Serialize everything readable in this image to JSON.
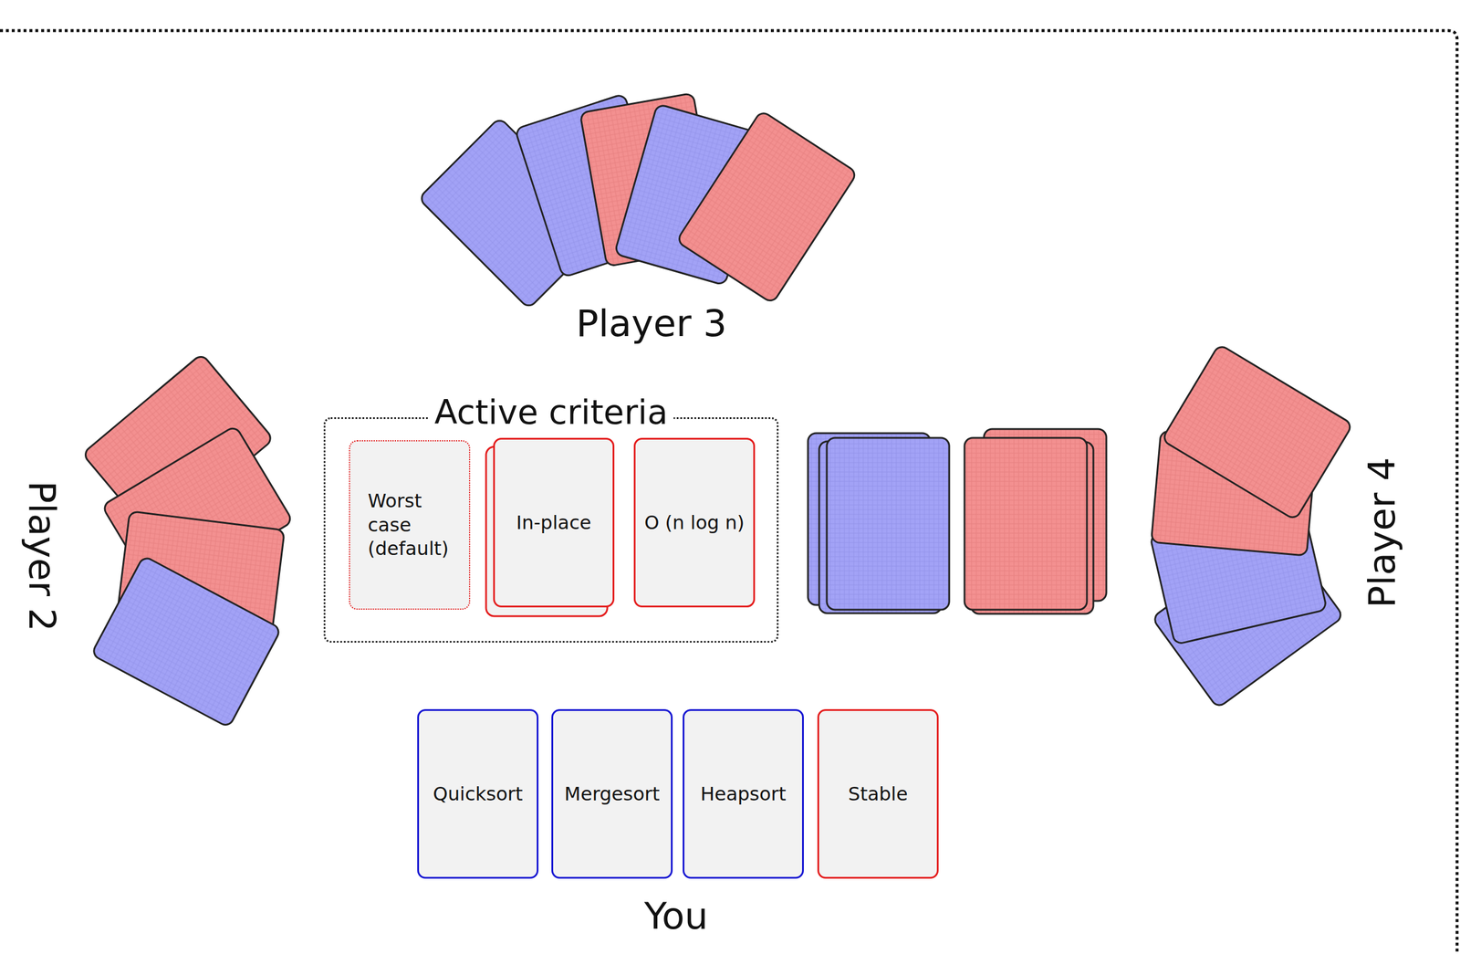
{
  "diagram": {
    "nodes": [
      {
        "text": [
          "Active criteria"
        ]
      },
      {
        "text": [
          "Worst case (default)"
        ],
        "in": 0
      },
      {
        "text": [
          "In-place"
        ],
        "in": 0
      },
      {
        "text": [
          "O (n log n)"
        ],
        "in": 0
      },
      {
        "text": [
          "Quicksort"
        ]
      },
      {
        "text": [
          "Mergesort"
        ]
      },
      {
        "text": [
          "Heapsort"
        ]
      },
      {
        "text": [
          "Stable"
        ]
      }
    ],
    "labels": [
      "Player 3",
      "Player 2",
      "Player 4",
      "You"
    ]
  }
}
